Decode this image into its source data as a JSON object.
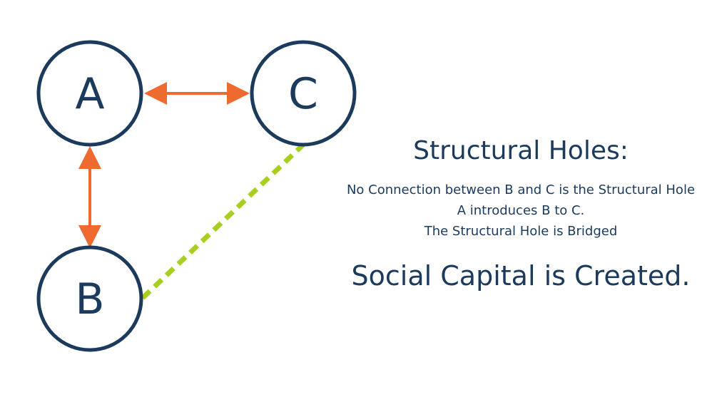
{
  "nodes": {
    "a": "A",
    "b": "B",
    "c": "C"
  },
  "connections": {
    "a_c": "bidirectional",
    "a_b": "bidirectional",
    "b_c": "dashed"
  },
  "colors": {
    "node_stroke": "#1b3a5c",
    "text": "#1b3a5c",
    "arrow": "#ee6a2f",
    "dashed_link": "#a8cf1f",
    "background": "#ffffff"
  },
  "heading": "Structural Holes:",
  "lines": [
    "No Connection between B and C is the Structural Hole",
    "A introduces B to C.",
    "The Structural Hole is Bridged"
  ],
  "conclusion": "Social Capital is Created."
}
